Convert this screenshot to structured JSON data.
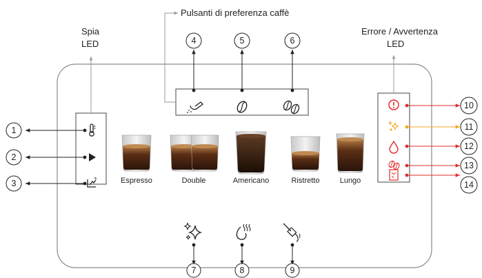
{
  "labels": {
    "spia_line1": "Spia",
    "spia_line2": "LED",
    "pulsanti": "Pulsanti di preferenza caffè",
    "errore_line1": "Errore / Avvertenza",
    "errore_line2": "LED"
  },
  "drinks": [
    "Espresso",
    "Double",
    "Americano",
    "Ristretto",
    "Lungo"
  ],
  "callouts": [
    "1",
    "2",
    "3",
    "4",
    "5",
    "6",
    "7",
    "8",
    "9",
    "10",
    "11",
    "12",
    "13",
    "14"
  ],
  "icons": {
    "left_panel": [
      "thermometer-icon",
      "play-icon",
      "descale-icon"
    ],
    "preference": [
      "scoop-icon",
      "bean-icon",
      "double-bean-icon"
    ],
    "bottom": [
      "sparkle-clean-icon",
      "steam-icon",
      "milk-wand-icon"
    ],
    "warning": [
      "exclamation-icon",
      "sparkle-warning-icon",
      "water-drop-icon",
      "beans-warning-icon",
      "grounds-container-icon"
    ]
  },
  "colors": {
    "line": "#222222",
    "panel_border": "#555555",
    "red": "#e32b2b",
    "orange": "#f5a524",
    "bezel": "#8a8a8a"
  }
}
